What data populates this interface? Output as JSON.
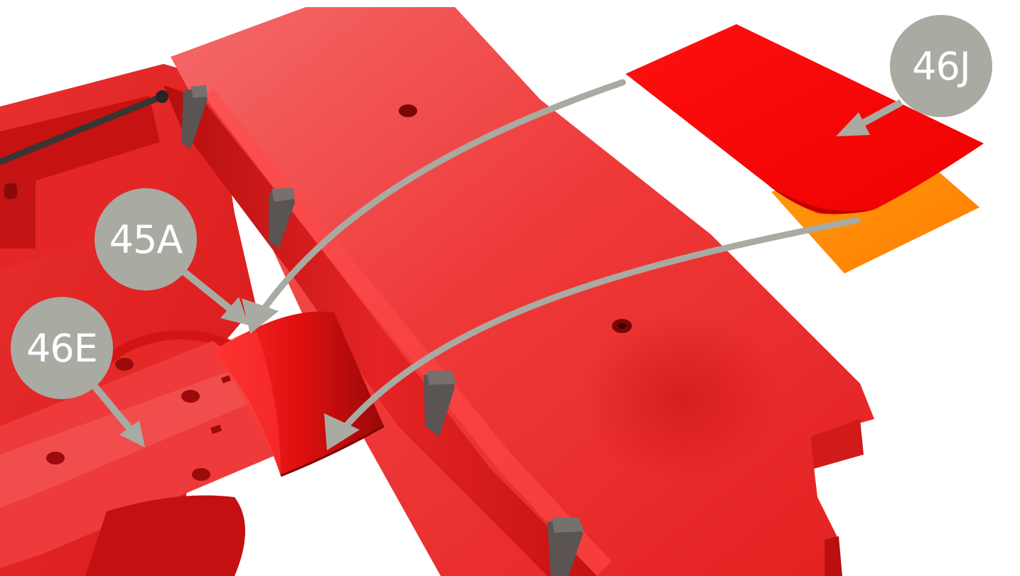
{
  "colors": {
    "background": "#ffffff",
    "part_red": "#e41a1a",
    "part_red_light": "#f04848",
    "part_red_dark": "#9a0b0b",
    "sticker_red": "#ff0a0a",
    "sticker_backing": "#ff8a00",
    "callout_fill": "#a9aaa2",
    "callout_text": "#ffffff",
    "arrow": "#a9aaa2",
    "clip": "#55504e"
  },
  "callouts": {
    "c46j": {
      "label": "46J"
    },
    "c45a": {
      "label": "45A"
    },
    "c46e": {
      "label": "46E"
    }
  },
  "icons": {
    "arrow_to_45a": "curved-arrow",
    "arrow_to_lower": "curved-arrow",
    "callout_pointer": "straight-arrow"
  }
}
